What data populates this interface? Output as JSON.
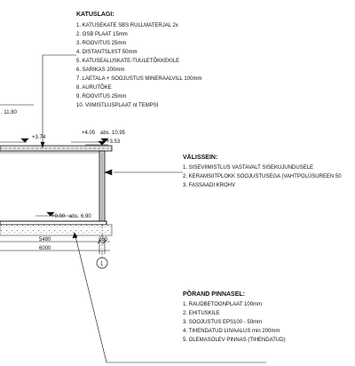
{
  "roof_note": {
    "title": "KATUSLAGI:",
    "items": [
      "1. KATUSEKATE SBS RULLMATERJAL 2x",
      "2. OSB PLAAT 15mm",
      "3. ROOVITUS 25mm",
      "4. DISTANTSLIIST 50mm",
      "5. KATUSEALUSKATE-TUULETÕKKEKILE",
      "6. SARIKAS 200mm",
      "7. LAETALA + SOOJUSTUS MINERAALVILL 100mm",
      "8. AURUTÕKE",
      "9. ROOVITUS 25mm",
      "10. VIIMISTLUSPLAAT nt TEMPSI"
    ]
  },
  "wall_note": {
    "title": "VÄLISSEIN:",
    "items": [
      "1. SISEVIIMISTLUS VASTAVALT SISEKUJUNDUSELE",
      "2. KERAMSIITPLOKK SOOJUSTUSEGA (VAHTPOLÜSUREEN 50",
      "3. FASSAADI KROHV"
    ]
  },
  "floor_note": {
    "title": "PÕRAND PINNASEL:",
    "items": [
      "1. RAUDBETOONPLAAT 100mm",
      "2. EHITUSKILE",
      "3. SOOJUSTUS EPS100 - 50mm",
      "4. TIHENDATUD LIIVAALUS min 200mm",
      "5. OLEMASOLEV PINNAS (TIHENDATUD)"
    ]
  },
  "levels": {
    "abs_1180": ". 11.80",
    "rel_374": "+3.74",
    "roof_rel": "+4.05",
    "roof_abs": "abs. 10.95",
    "eave_rel": "+3.53",
    "floor_rel": "+0.00",
    "floor_abs": "abs. 6.90"
  },
  "dimensions": {
    "span_inner": "5480",
    "wall_thickness": "260",
    "span_total": "6000"
  },
  "grid_axis": "1"
}
